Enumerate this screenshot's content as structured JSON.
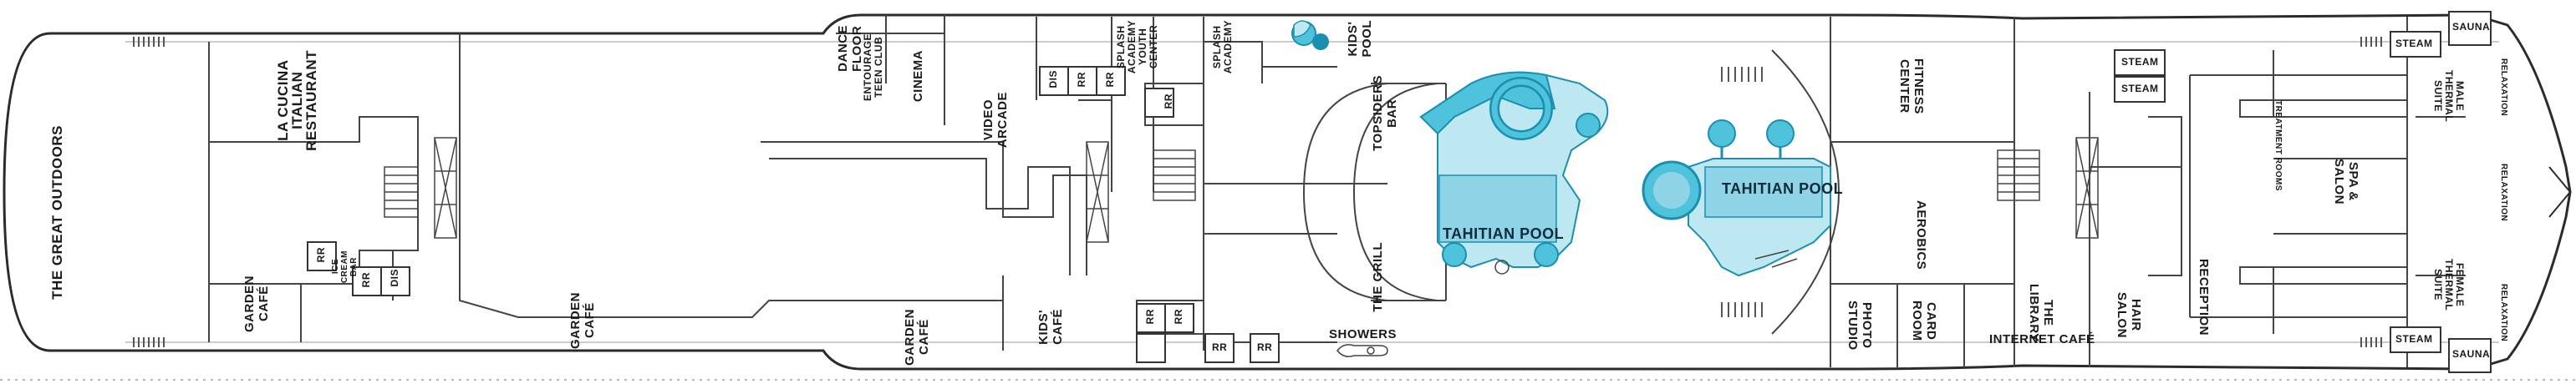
{
  "colors": {
    "outline": "#2b2b2b",
    "wall": "#444444",
    "pool_light": "#bde8f2",
    "pool_mid": "#4fc3dc",
    "pool_dark": "#1a8fb0",
    "water_dots": "#9ad8e8"
  },
  "icons": {
    "kids_pool": "water-slide-icon",
    "showers": "shower-icon",
    "stairs": "stairs-icon",
    "elevator": "elevator-icon"
  },
  "areas": {
    "great_outdoors": "THE GREAT OUTDOORS",
    "la_cucina": "LA CUCINA\nITALIAN\nRESTAURANT",
    "garden_cafe_1": "GARDEN\nCAFÉ",
    "garden_cafe_2": "GARDEN\nCAFÉ",
    "garden_cafe_3": "GARDEN\nCAFÉ",
    "ice_cream_bar": "ICE\nCREAM\nBAR",
    "kids_cafe": "KIDS'\nCAFÉ",
    "dance_floor": "DANCE\nFLOOR",
    "entourage": "ENTOURAGE\nTEEN CLUB",
    "cinema": "CINEMA",
    "video_arcade": "VIDEO\nARCADE",
    "splash_youth": "SPLASH\nACADEMY\nYOUTH\nCENTER",
    "splash_academy": "SPLASH\nACADEMY",
    "kids_pool": "KIDS'\nPOOL",
    "topsiders_bar": "TOPSIDERS\nBAR",
    "the_grill": "THE GRILL",
    "tahitian_pool_1": "TAHITIAN POOL",
    "tahitian_pool_2": "TAHITIAN POOL",
    "showers": "SHOWERS",
    "fitness_center": "FITNESS\nCENTER",
    "aerobics": "AEROBICS",
    "photo_studio": "PHOTO\nSTUDIO",
    "card_room": "CARD\nROOM",
    "the_library": "THE\nLIBRARY",
    "internet_cafe": "INTERNET CAFÉ",
    "hair_salon": "HAIR\nSALON",
    "reception": "RECEPTION",
    "steam_1": "STEAM",
    "steam_2": "STEAM",
    "steam_top": "STEAM",
    "steam_bottom": "STEAM",
    "sauna_top": "SAUNA",
    "sauna_bottom": "SAUNA",
    "male_thermal": "MALE\nTHERMAL\nSUITE",
    "female_thermal": "FEMALE\nTHERMAL\nSUITE",
    "spa_salon": "SPA &\nSALON",
    "treatment_rooms": "TREATMENT ROOMS",
    "relaxation_1": "RELAXATION",
    "relaxation_2": "RELAXATION",
    "relaxation_3": "RELAXATION"
  },
  "restrooms": {
    "rr": "RR",
    "dis": "DIS"
  }
}
